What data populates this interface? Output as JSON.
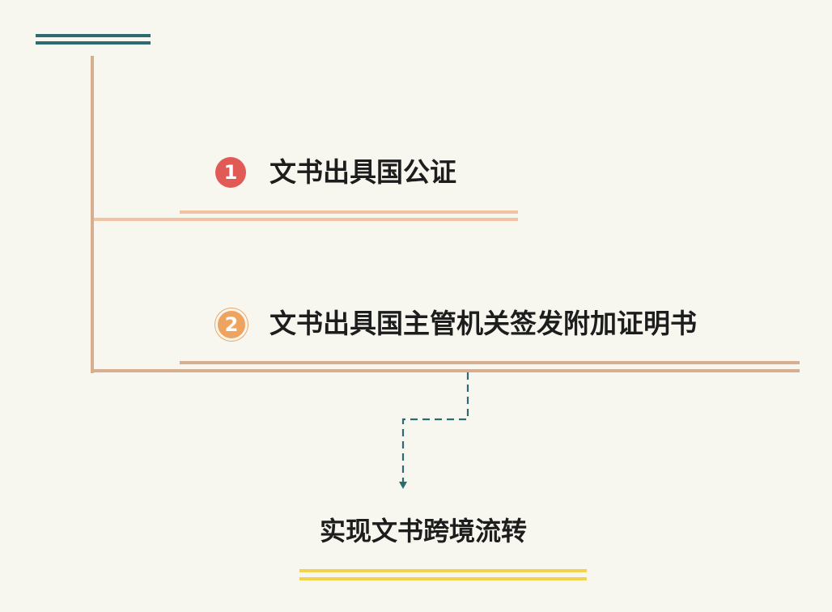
{
  "steps": [
    {
      "number": "1",
      "text": "文书出具国公证",
      "marker_color": "#e25a55"
    },
    {
      "number": "2",
      "text": "文书出具国主管机关签发附加证明书",
      "marker_color": "#eea45f"
    }
  ],
  "result": {
    "text": "实现文书跨境流转"
  },
  "colors": {
    "background": "#f8f7ef",
    "accent_teal": "#2d6b73",
    "branch_light": "#f2c2a3",
    "branch_tan": "#d7ae8f",
    "result_underline": "#f2d34f"
  }
}
